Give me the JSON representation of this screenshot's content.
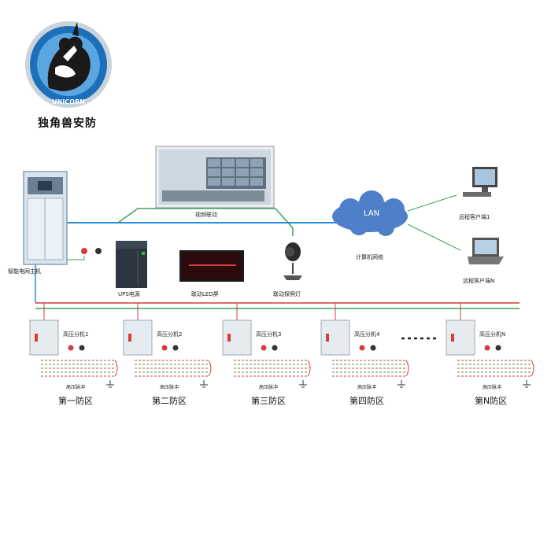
{
  "brand": {
    "name": "独角兽安防",
    "logo_text": "UNICORN",
    "logo_icon": "unicorn-logo-icon"
  },
  "diagram": {
    "host_label": "智能电网主机",
    "video_wall_label": "视频联动",
    "ups_label": "UPS电源",
    "led_label": "联动LED屏",
    "searchlight_label": "联动探照灯",
    "lan_label": "LAN",
    "network_label": "计算机网络",
    "remote_client_1": "远程客户端1",
    "remote_client_n": "远程客户端N",
    "ellipsis": "......",
    "zones": [
      {
        "device_label": "高压分机1",
        "fence_label": "高压脉冲",
        "zone_label": "第一防区"
      },
      {
        "device_label": "高压分机2",
        "fence_label": "高压脉冲",
        "zone_label": "第二防区"
      },
      {
        "device_label": "高压分机3",
        "fence_label": "高压脉冲",
        "zone_label": "第三防区"
      },
      {
        "device_label": "高压分机4",
        "fence_label": "高压脉冲",
        "zone_label": "第四防区"
      },
      {
        "device_label": "高压分机N",
        "fence_label": "高压脉冲",
        "zone_label": "第N防区"
      }
    ],
    "colors": {
      "network_line": "#2a8ad8",
      "bus_red": "#d83b3b",
      "bus_green": "#3aa35a",
      "cabinet": "#d9e4ee",
      "cloud": "#4f7fc8"
    }
  }
}
